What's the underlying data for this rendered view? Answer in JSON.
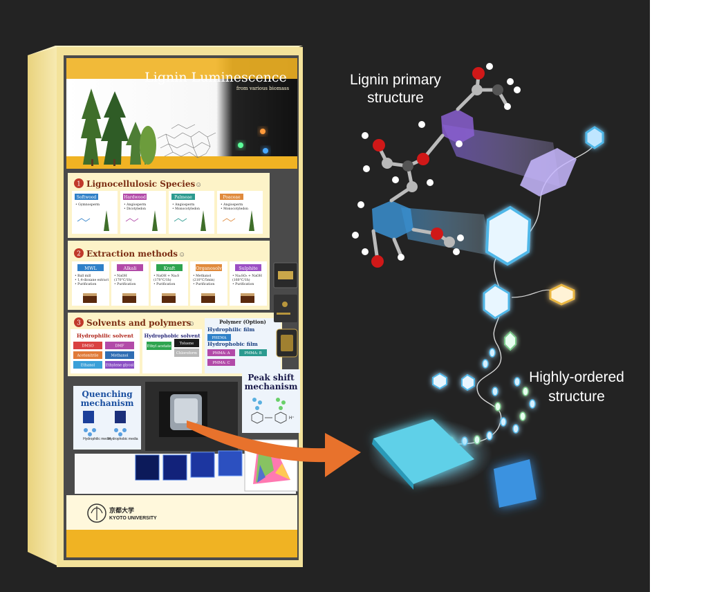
{
  "header": {
    "title": "Lignin Luminescence",
    "subtitle": "from various biomass"
  },
  "section1": {
    "number": "1",
    "title": "Lignocellulosic Species",
    "cards": [
      {
        "tag": "Softwood",
        "lines": [
          "• Gymnosperm"
        ],
        "color": "#2f80c8"
      },
      {
        "tag": "Hardwood",
        "lines": [
          "• Angiosperm",
          "• Dicotyledon"
        ],
        "color": "#b24aa8"
      },
      {
        "tag": "Palmeae",
        "lines": [
          "• Angiosperm",
          "• Monocotyledon"
        ],
        "color": "#2b9a8f"
      },
      {
        "tag": "Poaceae",
        "lines": [
          "• Angiosperm",
          "• Monocotyledon"
        ],
        "color": "#e08a3c"
      }
    ]
  },
  "section2": {
    "number": "2",
    "title": "Extraction methods",
    "cards": [
      {
        "tag": "MWL",
        "lines": [
          "• Ball mill",
          "• 1,4-dioxane extract",
          "• Purification"
        ],
        "color": "#2f80c8"
      },
      {
        "tag": "Alkali",
        "lines": [
          "• NaOH",
          "(170°C/1h)",
          "• Purification"
        ],
        "color": "#b24aa8"
      },
      {
        "tag": "Kraft",
        "lines": [
          "• NaOH + Na₂S",
          "(170°C/1h)",
          "• Purification"
        ],
        "color": "#2ea44f"
      },
      {
        "tag": "Organosolv",
        "lines": [
          "• Methanol",
          "(210°C/5min)",
          "• Purification"
        ],
        "color": "#e08a3c"
      },
      {
        "tag": "Sulphite",
        "lines": [
          "• Na₂SO₃ + NaOH",
          "(160°C/1h)",
          "• Purification"
        ],
        "color": "#9b4fc4"
      }
    ]
  },
  "section3": {
    "number": "3",
    "title": "Solvents and polymers",
    "hydrophilic_title": "Hydrophilic solvent",
    "hydrophilic": [
      {
        "label": "DMSO",
        "color": "#d94141"
      },
      {
        "label": "DMF",
        "color": "#b24aa8"
      },
      {
        "label": "Acetonitrile",
        "color": "#e07b39"
      },
      {
        "label": "Methanol",
        "color": "#2f6db3"
      },
      {
        "label": "Ethanol",
        "color": "#3aa0d8"
      },
      {
        "label": "Ethylene glycol",
        "color": "#8a4fc4"
      }
    ],
    "hydrophobic_title": "Hydrophobic solvent",
    "hydrophobic": [
      {
        "label": "Ethyl acetate",
        "color": "#2ea44f"
      },
      {
        "label": "Toluene",
        "color": "#1c1c1c"
      },
      {
        "label": "Chloroform",
        "color": "#b8b8b8"
      }
    ],
    "polymer_title": "Polymer (Option)",
    "film1": "Hydrophilic film",
    "film1_items": [
      {
        "label": "PHEMA",
        "color": "#2f80c8"
      }
    ],
    "film2": "Hydrophobic film",
    "film2_items": [
      {
        "label": "PMMA: A",
        "color": "#b24aa8"
      },
      {
        "label": "PMMA: B",
        "color": "#2b9a8f"
      },
      {
        "label": "PMMA: C",
        "color": "#b24aa8"
      }
    ]
  },
  "quench": {
    "title_line1": "Quenching",
    "title_line2": "mechanism",
    "label_left": "Hydrophilic media",
    "label_right": "Hydrophobic media"
  },
  "peak": {
    "title_line1": "Peak shift",
    "title_line2": "mechanism",
    "plus": "H⁺"
  },
  "university": {
    "kanji": "京都大学",
    "name": "KYOTO UNIVERSITY"
  },
  "labels": {
    "primary_line1": "Lignin primary",
    "primary_line2": "structure",
    "ordered_line1": "Highly-ordered",
    "ordered_line2": "structure"
  },
  "colors": {
    "background": "#232323",
    "machine_frame": "#f5e6a0",
    "accent_yellow": "#f0b323",
    "section_title": "#7a2c12",
    "arrow_orange": "#e8722c",
    "glow_cyan": "#4fb7e8",
    "glow_gold": "#e9b640"
  }
}
